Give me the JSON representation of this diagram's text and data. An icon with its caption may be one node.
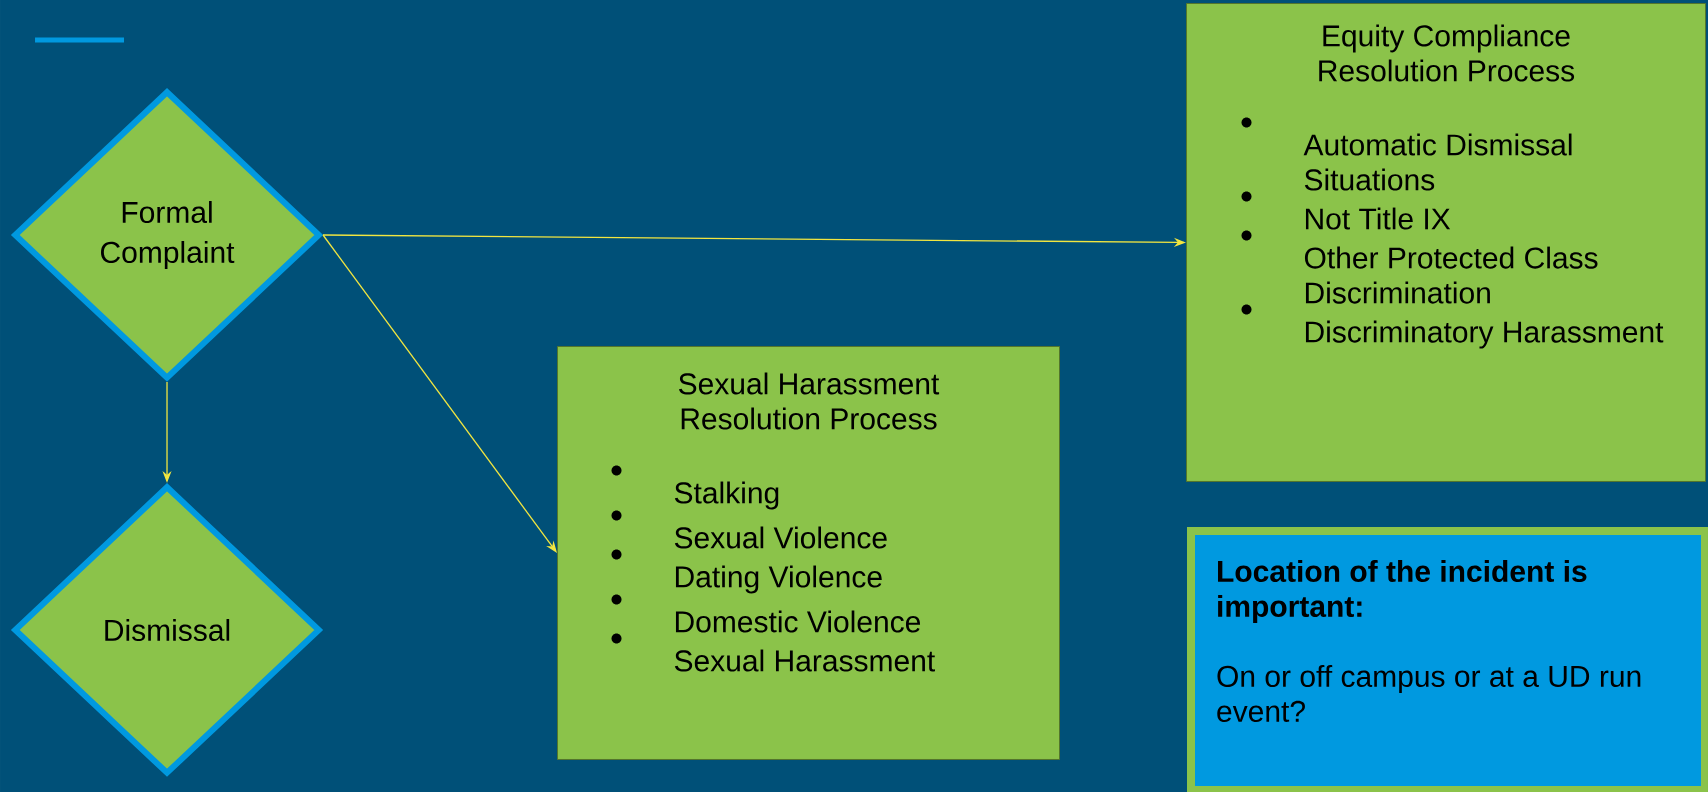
{
  "diagram": {
    "nodes": [
      {
        "text": [
          "Formal Complaint"
        ]
      },
      {
        "text": [
          "Dismissal"
        ]
      },
      {
        "text": [
          "Sexual Harassment Resolution Process",
          "Stalking",
          "Sexual Violence",
          "Dating Violence",
          "Domestic Violence",
          "Sexual Harassment"
        ]
      },
      {
        "text": [
          "Equity Compliance Resolution Process",
          "Automatic Dismissal Situations",
          "Not Title IX",
          "Other Protected Class Discrimination",
          "Discriminatory Harassment"
        ]
      },
      {
        "text": [
          "Location of the incident is important:",
          "On or off campus or at a UD run event?"
        ]
      }
    ],
    "edges": [
      {
        "from": 0,
        "to": 3,
        "arrow": "to"
      },
      {
        "from": 0,
        "to": 2,
        "arrow": "to"
      },
      {
        "from": 0,
        "to": 1,
        "arrow": "to"
      }
    ]
  }
}
